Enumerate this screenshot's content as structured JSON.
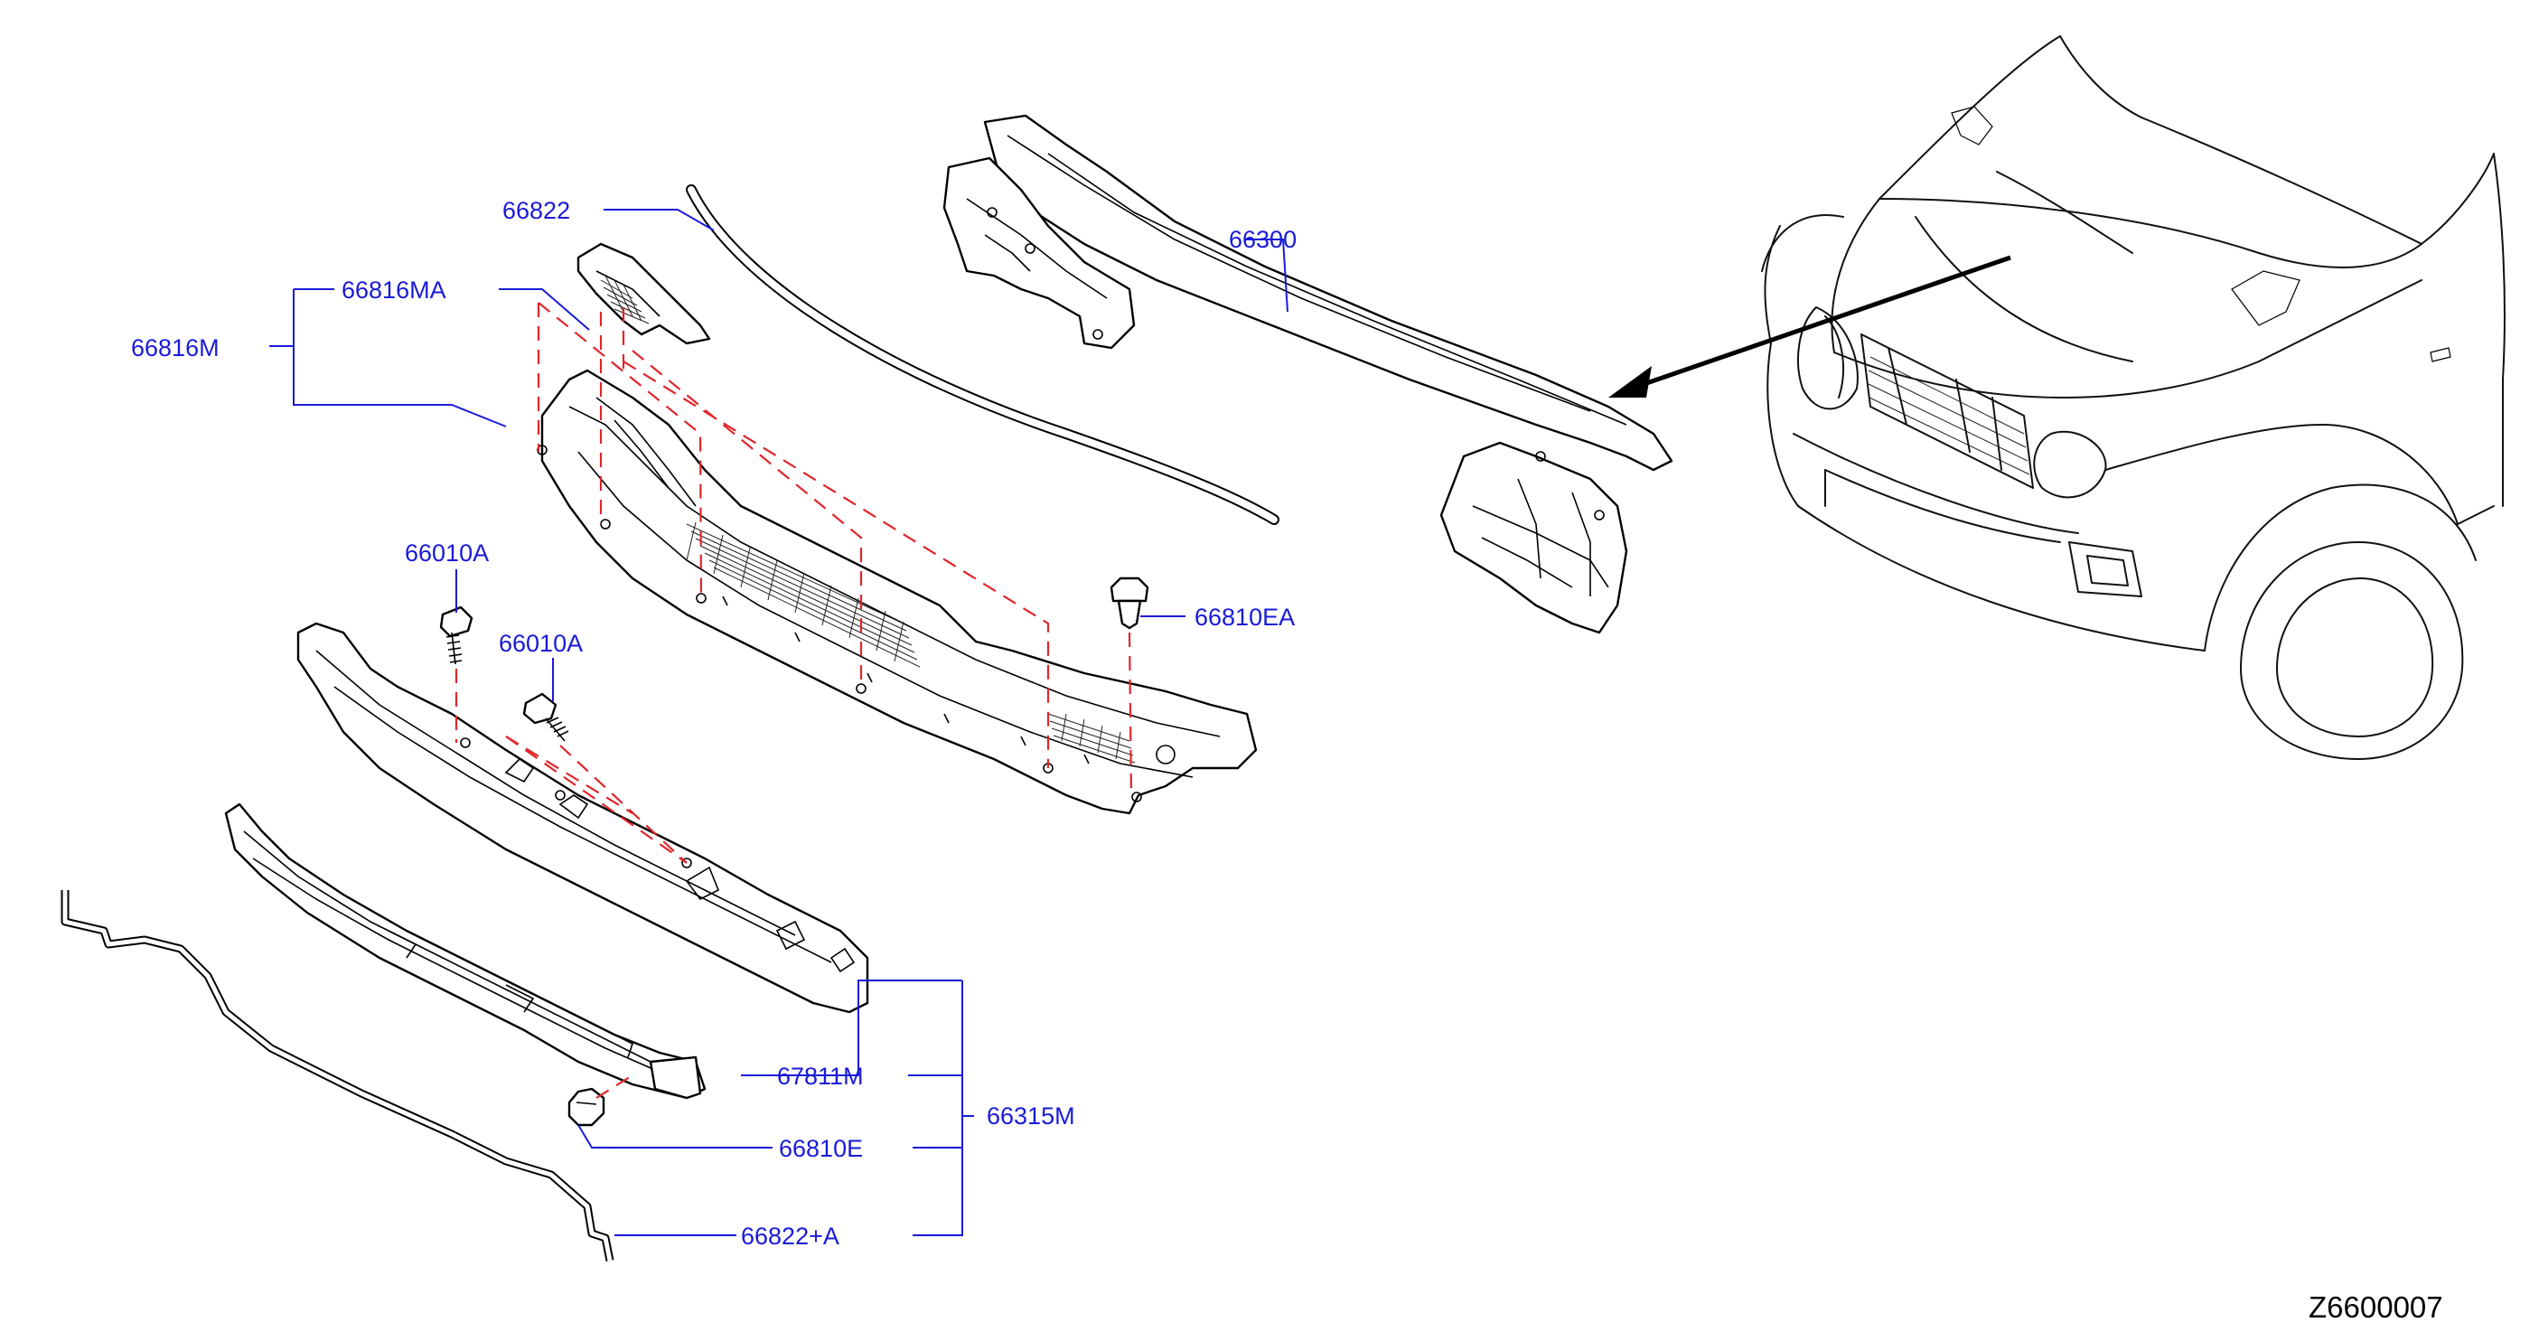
{
  "diagram": {
    "code": "Z6600007",
    "labels": {
      "p66822": "66822",
      "p66300": "66300",
      "p66816MA": "66816MA",
      "p66816M": "66816M",
      "p66010A_1": "66010A",
      "p66010A_2": "66010A",
      "p66810EA": "66810EA",
      "p67811M": "67811M",
      "p66810E": "66810E",
      "p66315M": "66315M",
      "p66822A": "66822+A"
    },
    "colors": {
      "label": "#1a1ad8",
      "dashed_reference": "#e0262b",
      "line_art": "#000000"
    }
  }
}
